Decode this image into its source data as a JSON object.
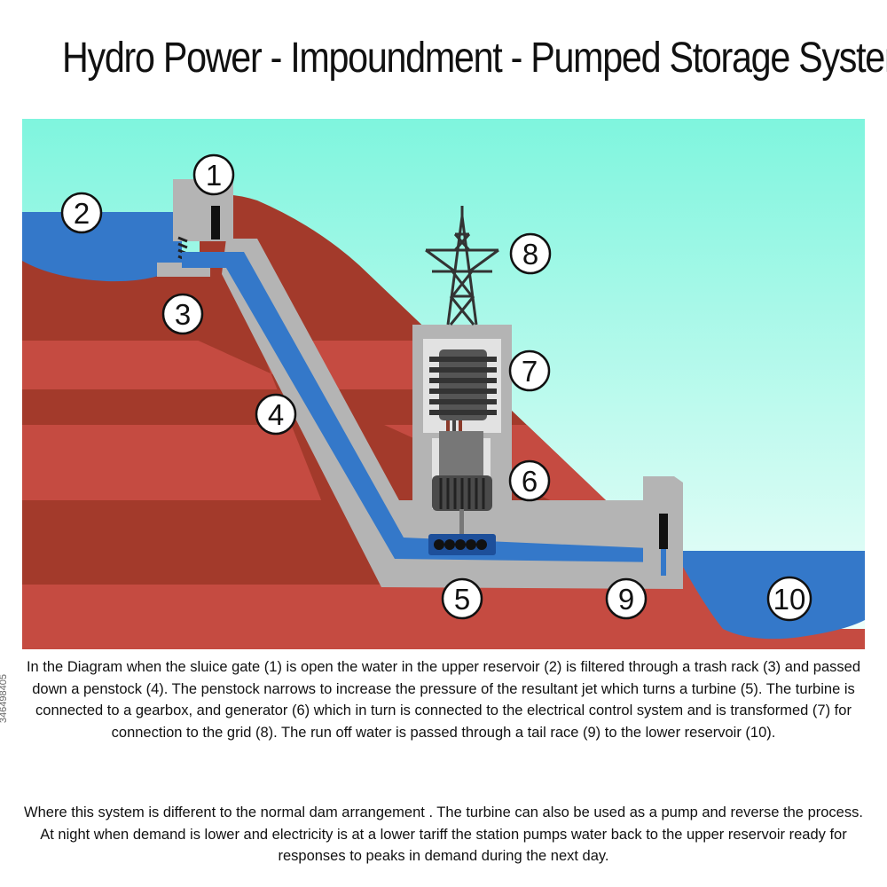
{
  "title": "Hydro Power - Impoundment - Pumped Storage System",
  "labels": {
    "sluice_gate": "1",
    "upper_reservoir": "2",
    "trash_rack": "3",
    "penstock": "4",
    "turbine": "5",
    "generator": "6",
    "transformer": "7",
    "grid": "8",
    "tail_race": "9",
    "lower_reservoir": "10"
  },
  "description": {
    "paragraph1": "In the Diagram when the sluice gate (1) is open the water in the upper reservoir (2)  is filtered through a trash rack  (3) and passed down a penstock (4). The penstock narrows to increase the pressure of the resultant jet which turns a turbine (5). The turbine is connected to a gearbox, and generator (6) which in turn is connected to the electrical control system and is transformed (7) for connection to the grid (8). The run off water is passed through a tail race (9) to the lower reservoir (10).",
    "paragraph2": "Where this system is different to the normal dam arrangement . The turbine can also be used as a pump and reverse the process. At night when demand is lower and electricity is at a lower tariff the station pumps water back to the upper reservoir ready for responses to peaks in demand during the next day."
  },
  "watermark_id": "346498405",
  "colors": {
    "sky_top": "#7ff5de",
    "sky_bottom": "#e9fdf9",
    "water": "#3478c9",
    "earth_dark": "#a33a2b",
    "earth_light": "#c54b41",
    "concrete": "#b4b4b4",
    "concrete_light": "#dcdcdc"
  }
}
